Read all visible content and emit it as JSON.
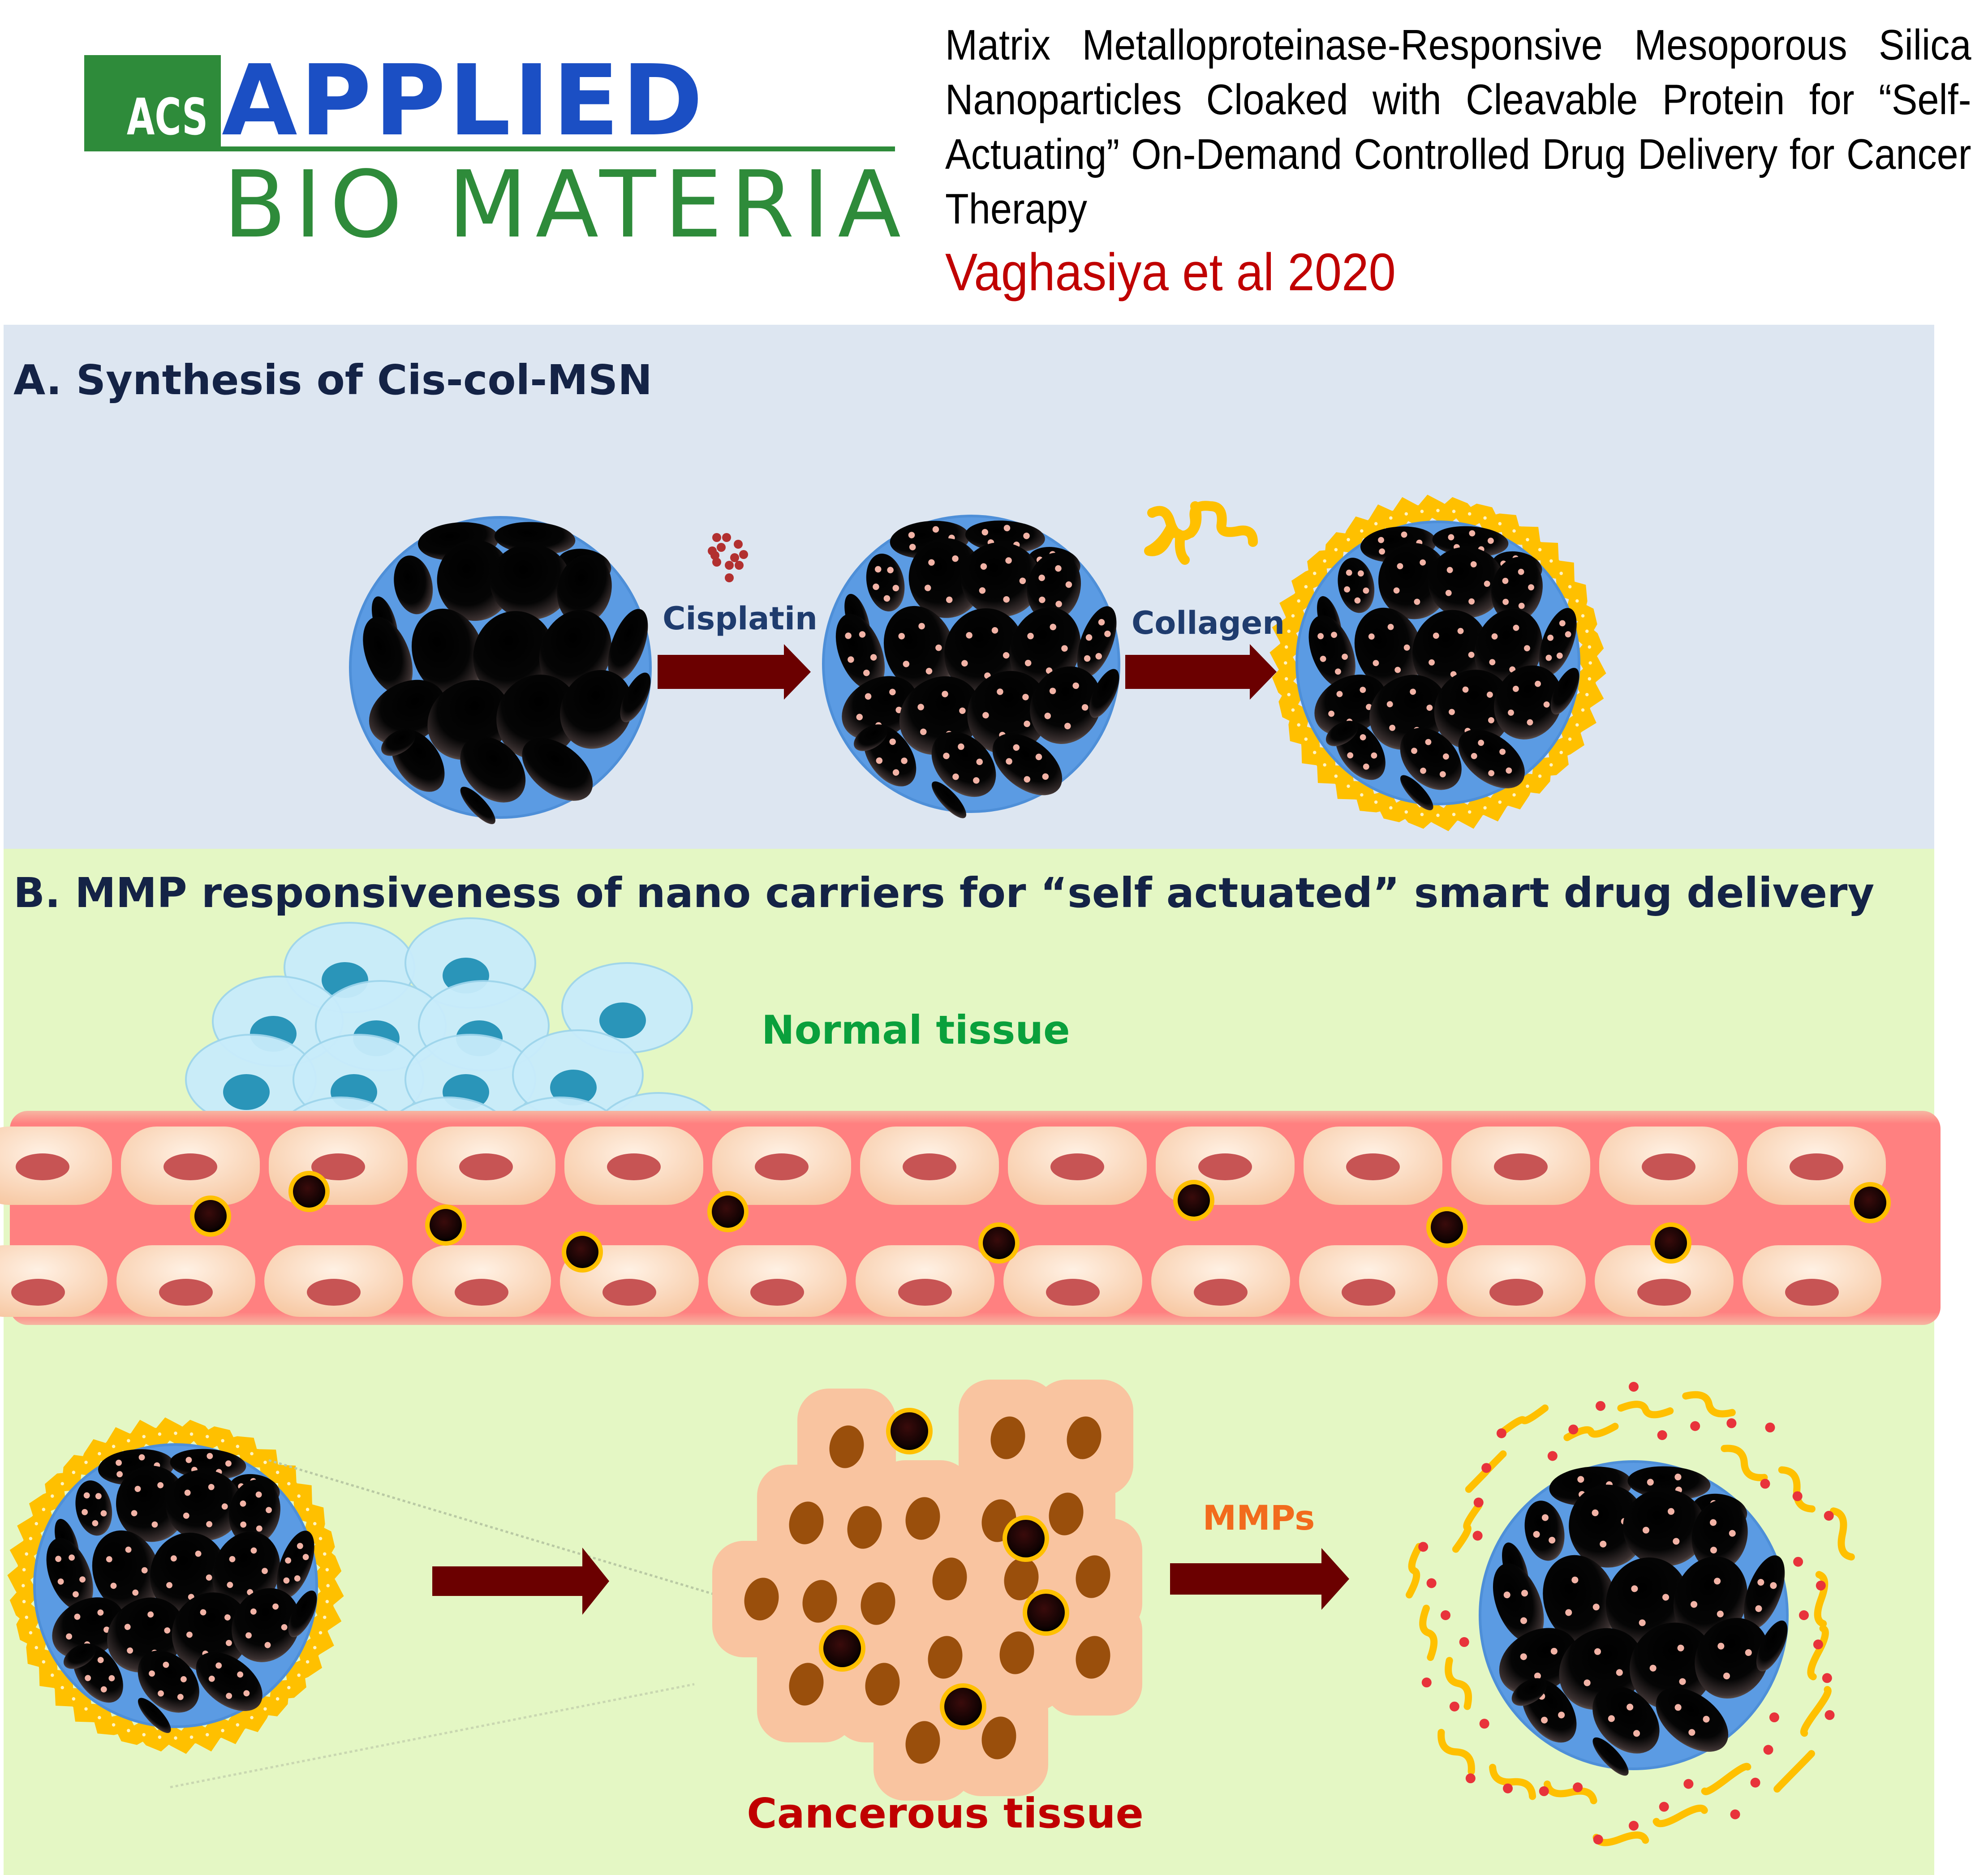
{
  "logo": {
    "badge": "ACS",
    "line1": "APPLIED",
    "line2": "BIO MATERIALS",
    "colors": {
      "green": "#2e8b3a",
      "blue": "#1b4fc4"
    }
  },
  "header": {
    "title": "Matrix Metalloproteinase-Responsive Mesoporous Silica Nanoparticles Cloaked with Cleavable Protein for “Self-Actuating” On-Demand Controlled Drug Delivery for Cancer Therapy",
    "author": "Vaghasiya et al 2020"
  },
  "panel_a": {
    "title": "A. Synthesis of Cis-col-MSN",
    "steps": [
      {
        "label": "Cisplatin",
        "icon": "cisplatin-molecule-icon"
      },
      {
        "label": "Collagen",
        "icon": "collagen-strand-icon"
      }
    ],
    "stages": [
      "empty-msn",
      "cisplatin-loaded-msn",
      "collagen-coated-msn"
    ]
  },
  "panel_b": {
    "title": "B. MMP responsiveness of nano carriers for “self actuated” smart drug delivery",
    "normal_label": "Normal tissue",
    "cancer_label": "Cancerous tissue",
    "mmp_label": "MMPs"
  },
  "colors": {
    "panel_a_bg": "#dde6f1",
    "panel_b_bg": "#e4f7c4",
    "sphere": "#5b9be3",
    "pore": "#0a0a0a",
    "drug_dot": "#f2b3a6",
    "collagen": "#ffc000",
    "arrow": "#6b0000",
    "title_text": "#142346",
    "label_blue": "#1f3c6e",
    "normal_green": "#0aa03c",
    "cancer_red": "#c00000",
    "mmp_orange": "#f26b1d",
    "vessel": "#ff7f7f",
    "endothelial": "#fdd9bd",
    "endo_nucleus": "#c75454",
    "normal_cell": "#c8ecfb",
    "normal_nucleus": "#2a95b9",
    "cancer_cell": "#f9c4a0",
    "cancer_nucleus": "#9a4f0c",
    "released_drug": "#e8333b"
  }
}
